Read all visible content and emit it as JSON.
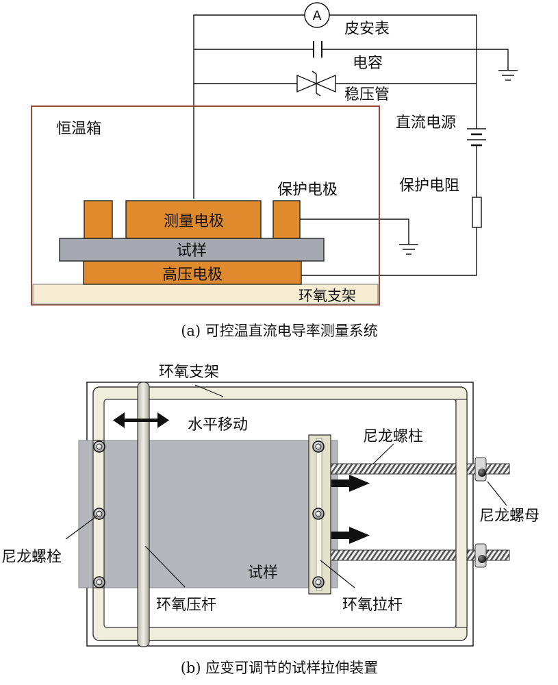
{
  "part_a": {
    "caption": "(a) 可控温直流电导率测量系统",
    "labels": {
      "ammeter_symbol": "A",
      "picoammeter": "皮安表",
      "capacitor": "电容",
      "zener": "稳压管",
      "dc_source": "直流电源",
      "protect_resistor": "保护电阻",
      "oven": "恒温箱",
      "guard_electrode": "保护电极",
      "measure_electrode": "测量电极",
      "specimen": "试样",
      "hv_electrode": "高压电极",
      "epoxy_support": "环氧支架"
    },
    "colors": {
      "electrode": "#e08a2e",
      "specimen": "#a7a9b0",
      "oven_border": "#9a4a3a",
      "epoxy_base": "#f6ecd2"
    }
  },
  "part_b": {
    "caption": "(b) 应变可调节的试样拉伸装置",
    "labels": {
      "epoxy_frame": "环氧支架",
      "horizontal_move": "水平移动",
      "nylon_stud": "尼龙螺柱",
      "nylon_nut": "尼龙螺母",
      "nylon_bolt": "尼龙螺栓",
      "specimen": "试样",
      "epoxy_press_rod": "环氧压杆",
      "epoxy_pull_rod": "环氧拉杆"
    },
    "colors": {
      "frame": "#efeedd",
      "sample": "#b6b7bd",
      "rod": "#dcdcd0"
    }
  }
}
